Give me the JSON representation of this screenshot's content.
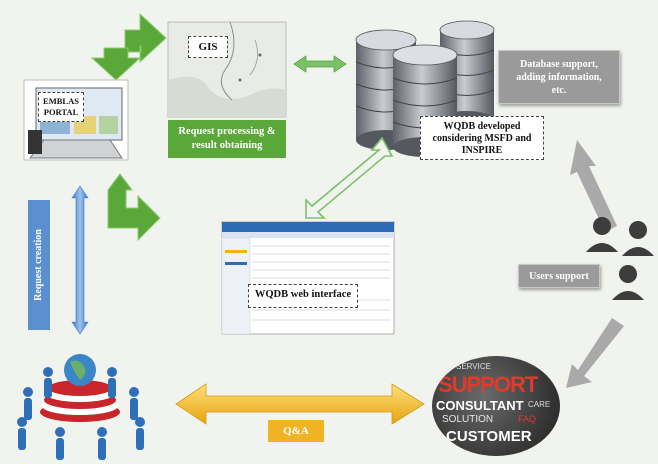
{
  "nodes": {
    "portal": "EMBLAS PORTAL",
    "gis": "GIS",
    "request_processing": "Request processing & result obtaining",
    "wqdb_db": "WQDB developed considering MSFD and INSPIRE",
    "db_support": "Database support, adding information, etc.",
    "web_interface": "WQDB web interface",
    "request_creation": "Request creation",
    "users_support": "Users support",
    "qa": "Q&A"
  },
  "word_cloud": [
    "SUPPORT",
    "CONSULTANT",
    "SOLUTION",
    "CUSTOMER",
    "FAQ",
    "SERVICE",
    "CARE"
  ],
  "colors": {
    "green": "#5aa83a",
    "blue": "#5b8fd0",
    "gray": "#9a9a9a",
    "orange": "#f0b323",
    "red": "#c8262a"
  }
}
